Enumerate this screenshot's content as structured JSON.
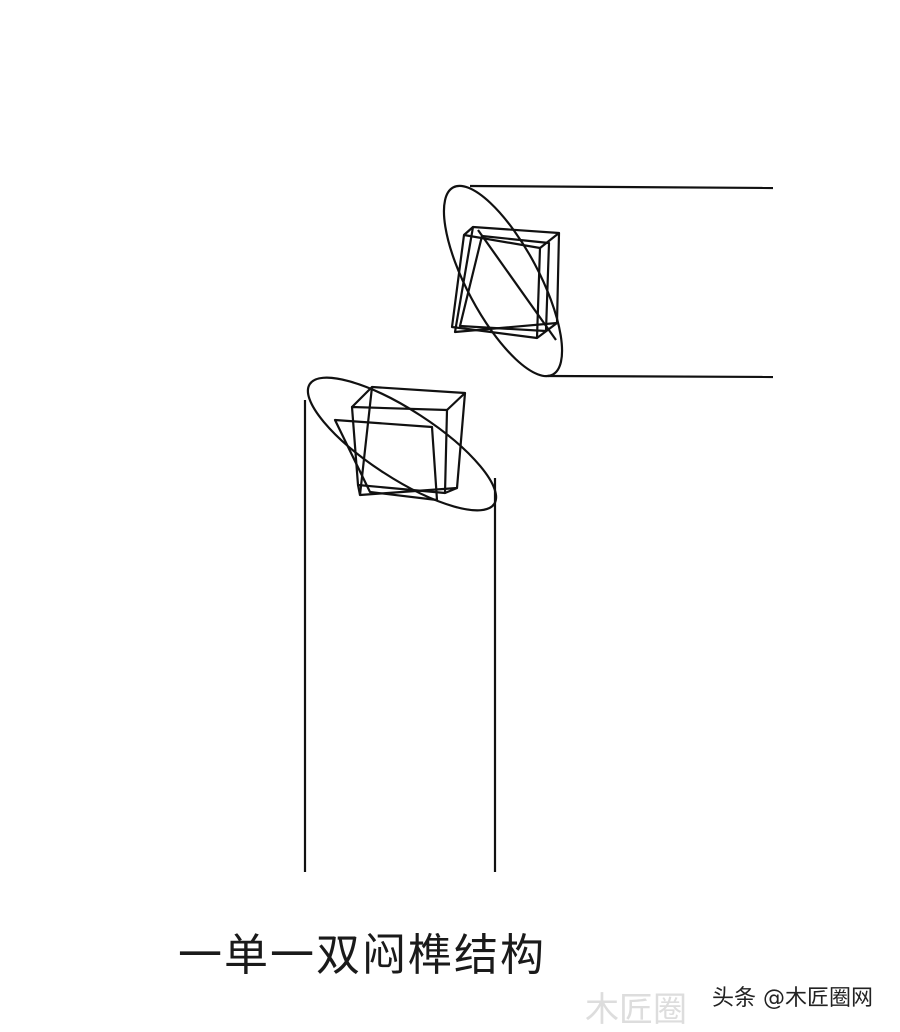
{
  "diagram": {
    "caption": "一单一双闷榫结构",
    "parts": [
      "horizontal-rail",
      "vertical-post"
    ]
  },
  "watermark": {
    "text": "头条 @木匠圈网",
    "logo_text": "木匠圈"
  }
}
